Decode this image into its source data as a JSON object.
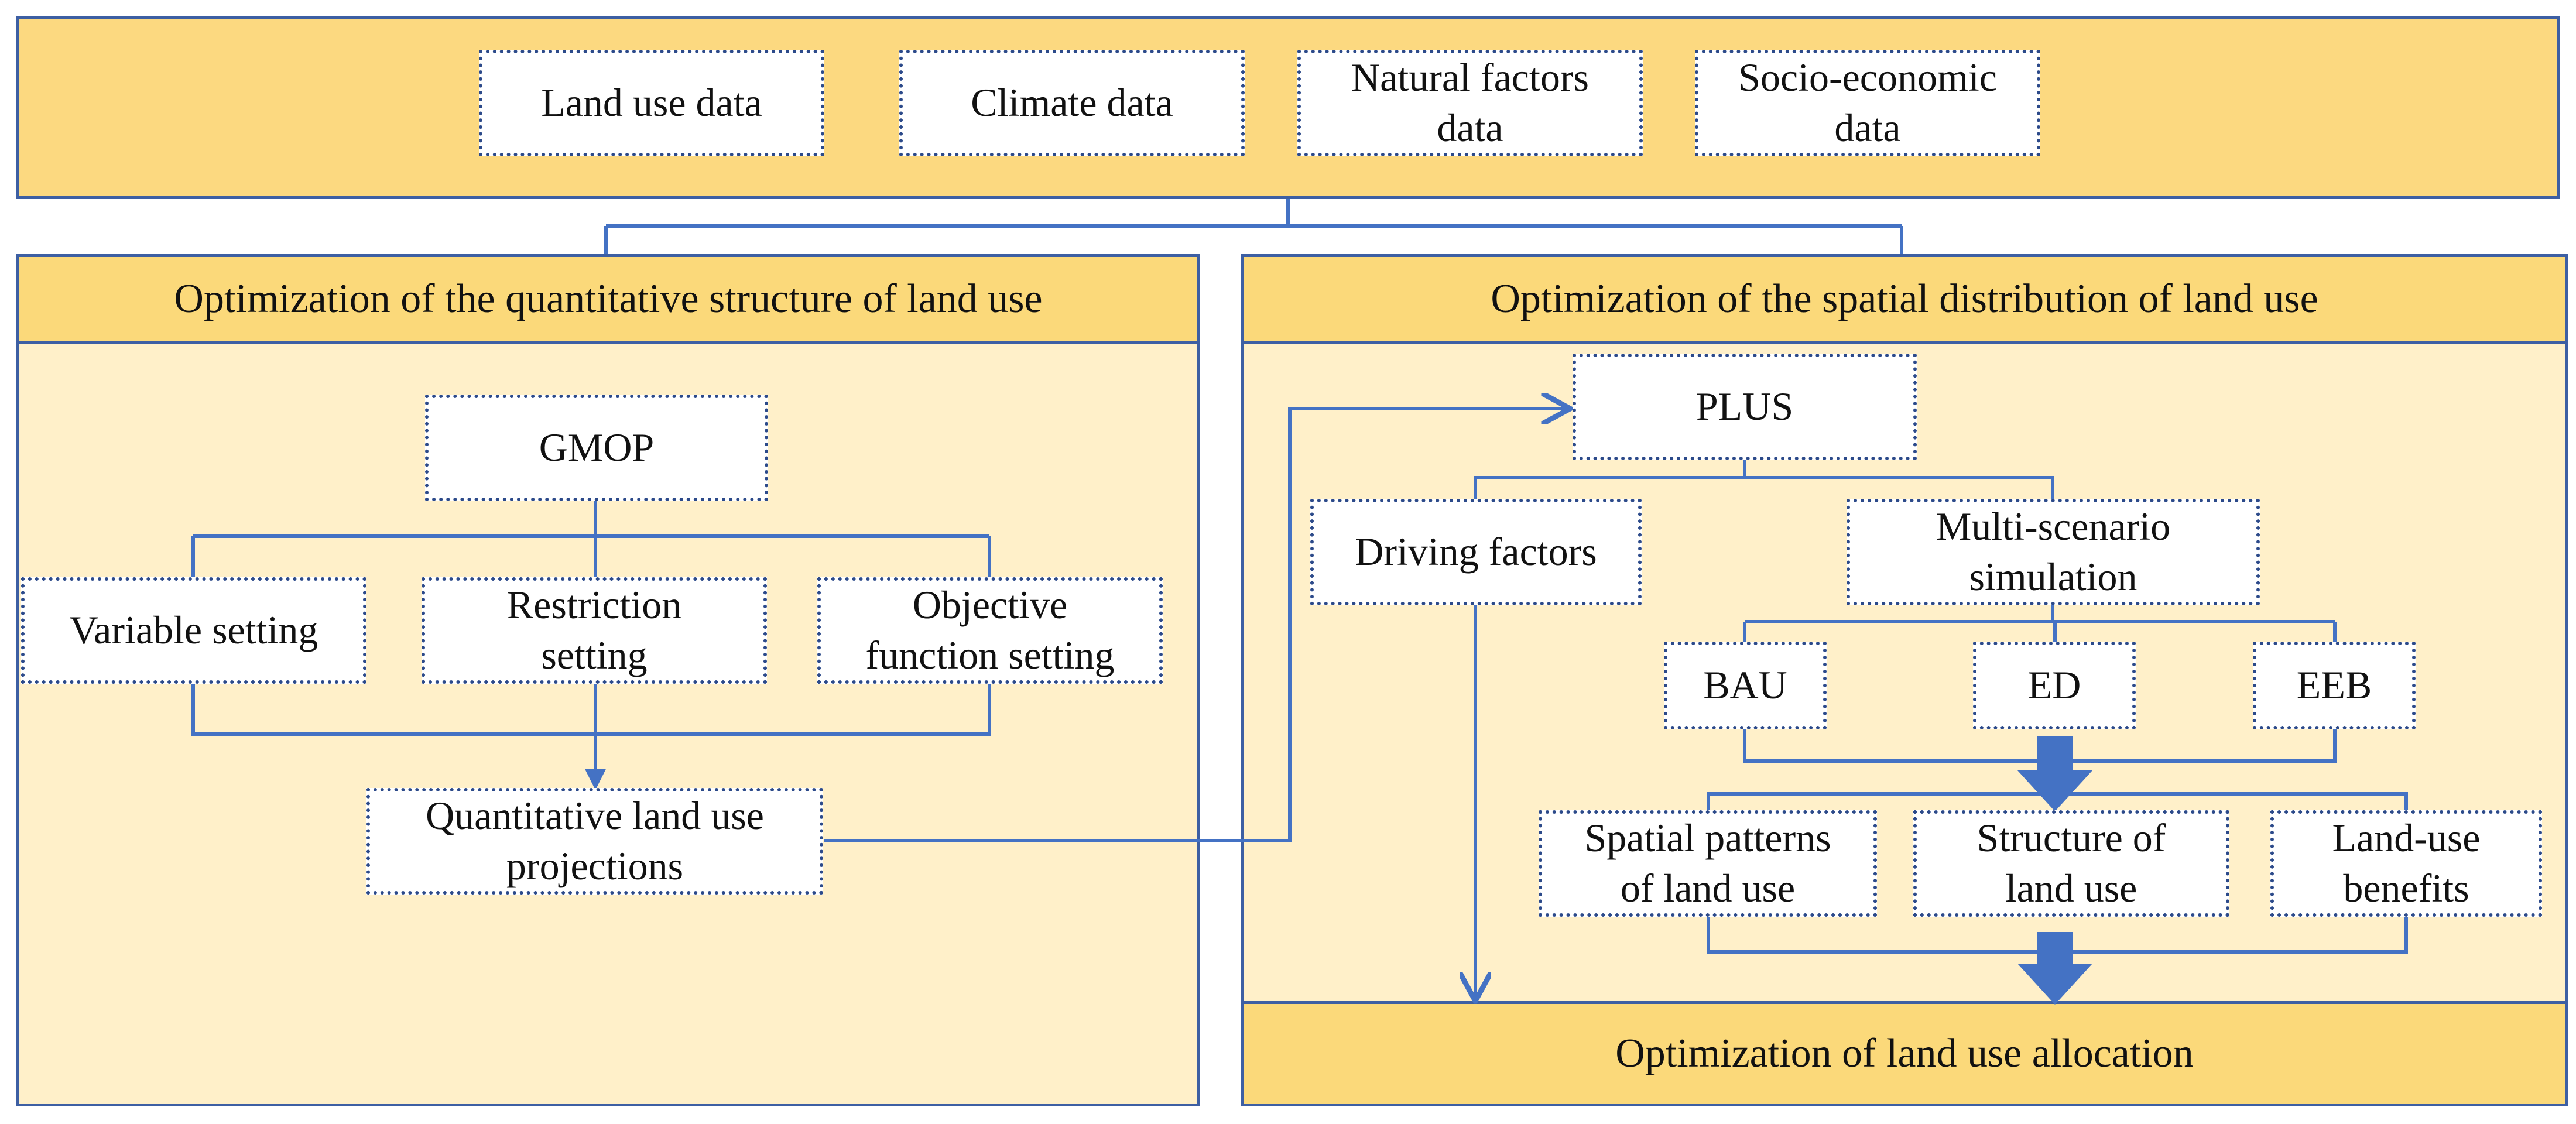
{
  "inputs": {
    "land_use": "Land use data",
    "climate": "Climate data",
    "natural_l1": "Natural factors",
    "natural_l2": "data",
    "socio_l1": "Socio-economic",
    "socio_l2": "data"
  },
  "left_panel": {
    "title": "Optimization of the quantitative structure of land use",
    "gmop": "GMOP",
    "variable": "Variable setting",
    "restriction_l1": "Restriction",
    "restriction_l2": "setting",
    "objective_l1": "Objective",
    "objective_l2": "function setting",
    "projections_l1": "Quantitative land use",
    "projections_l2": "projections"
  },
  "right_panel": {
    "title": "Optimization of the spatial distribution of land use",
    "plus": "PLUS",
    "driving": "Driving factors",
    "multi_l1": "Multi-scenario",
    "multi_l2": "simulation",
    "bau": "BAU",
    "ed": "ED",
    "eeb": "EEB",
    "spatial_l1": "Spatial patterns",
    "spatial_l2": "of land use",
    "structure_l1": "Structure of",
    "structure_l2": "land use",
    "benefits_l1": "Land-use",
    "benefits_l2": "benefits",
    "allocation": "Optimization of land use allocation"
  },
  "colors": {
    "header_fill": "#fbd97a",
    "panel_fill": "#fff0c9",
    "border_blue": "#3d5fa3",
    "arrow_blue": "#4472c4"
  }
}
